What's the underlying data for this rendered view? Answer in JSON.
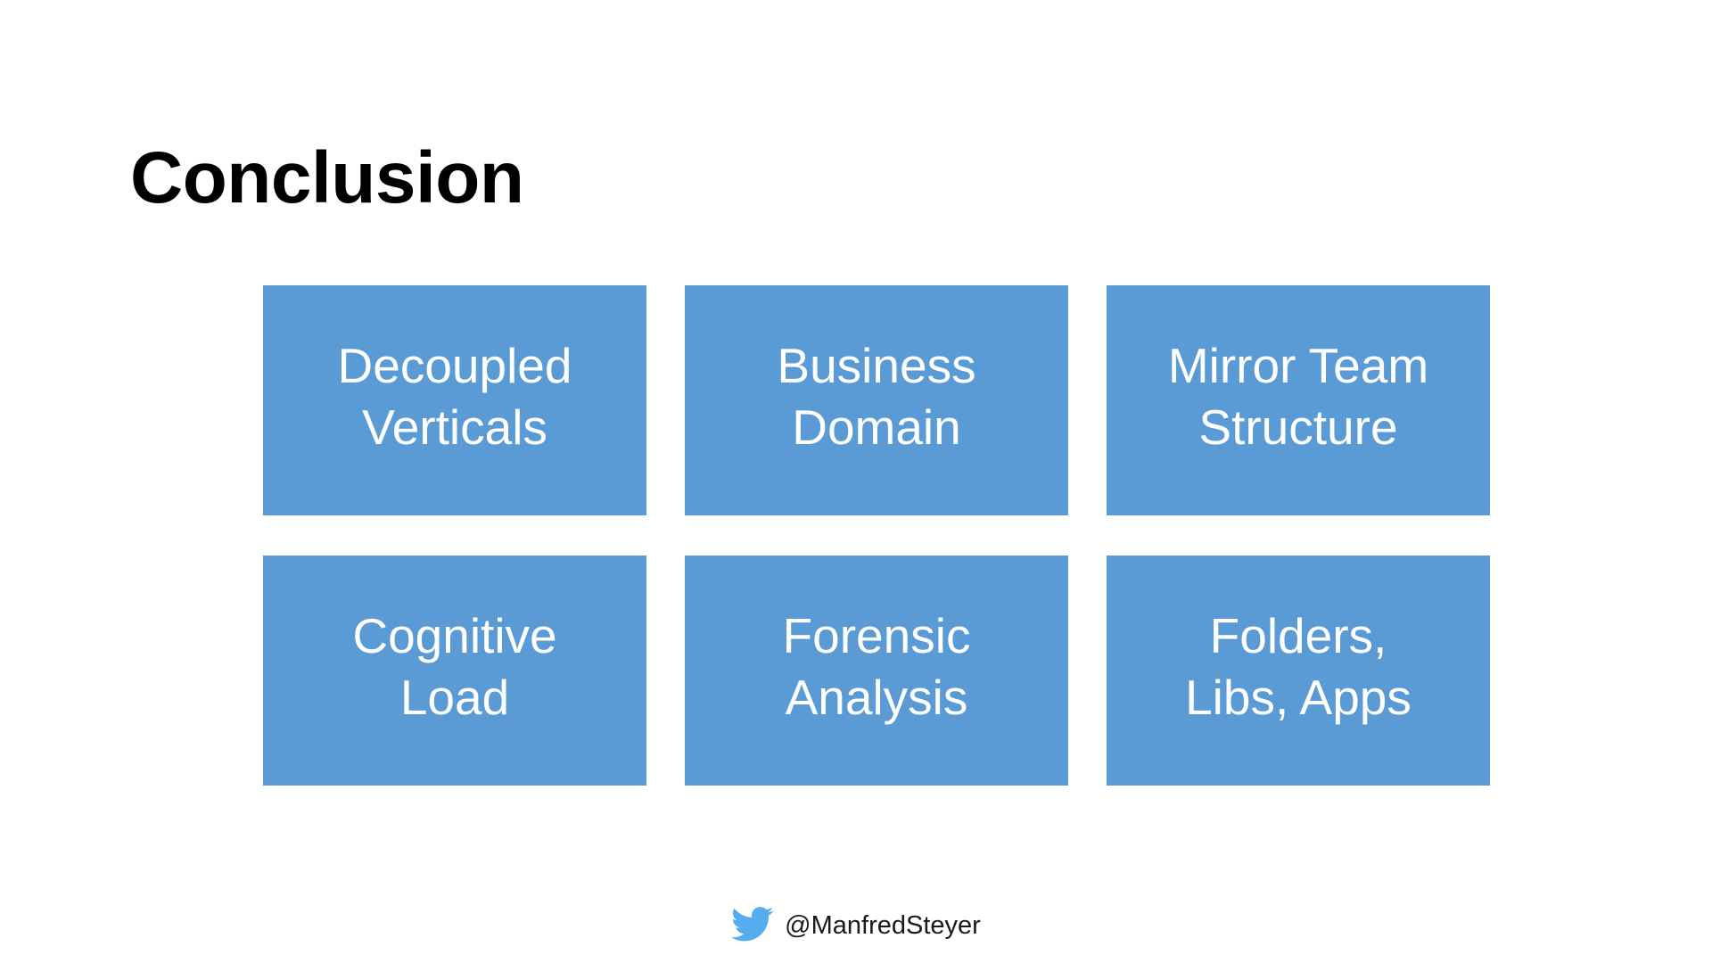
{
  "slide": {
    "title": "Conclusion",
    "background_color": "#FFFFFF",
    "title_color": "#000000",
    "card_color": "#5B9BD5",
    "card_text_color": "#FFFFFF"
  },
  "cards": [
    {
      "id": "decoupled-verticals",
      "label": "Decoupled\nVerticals"
    },
    {
      "id": "business-domain",
      "label": "Business\nDomain"
    },
    {
      "id": "mirror-team-structure",
      "label": "Mirror Team\nStructure"
    },
    {
      "id": "cognitive-load",
      "label": "Cognitive\nLoad"
    },
    {
      "id": "forensic-analysis",
      "label": "Forensic\nAnalysis"
    },
    {
      "id": "folders-libs-apps",
      "label": "Folders,\nLibs, Apps"
    }
  ],
  "footer": {
    "icon": "twitter-bird-icon",
    "icon_color": "#55ACEE",
    "handle": "@ManfredSteyer"
  }
}
